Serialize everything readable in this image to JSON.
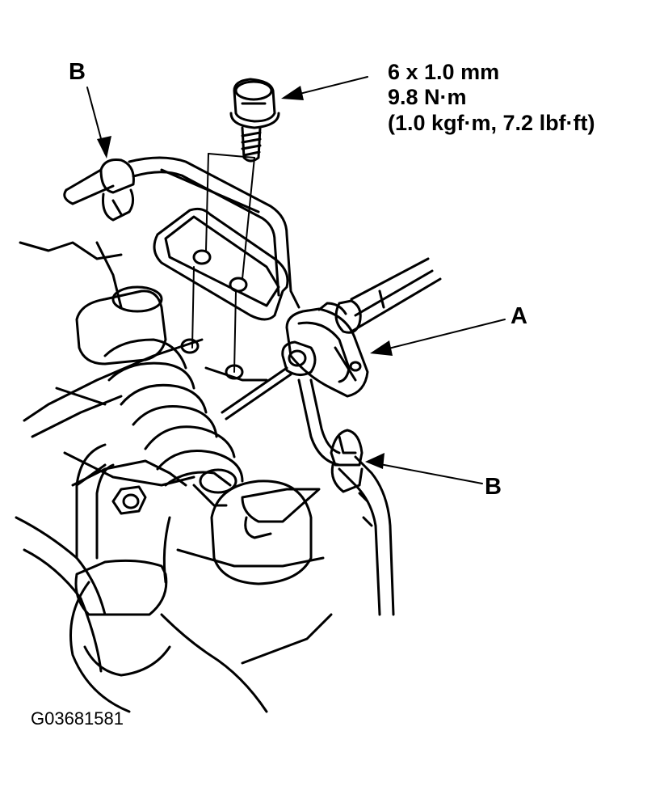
{
  "labels": {
    "b_top": "B",
    "a": "A",
    "b_right": "B"
  },
  "bolt_spec": {
    "size": "6 x 1.0 mm",
    "torque_nm": "9.8 N·m",
    "torque_alt": "(1.0 kgf·m, 7.2 lbf·ft)"
  },
  "figure_code": "G03681581"
}
